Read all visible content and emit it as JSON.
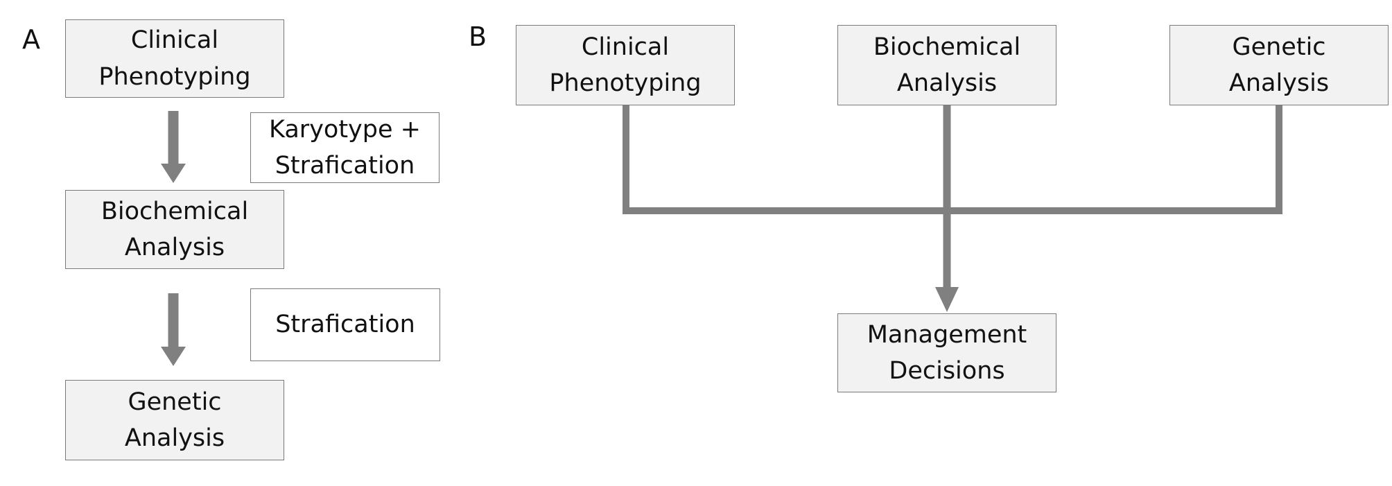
{
  "panel_a": {
    "label": "A",
    "boxes": {
      "clinical": "Clinical\nPhenotyping",
      "biochemical": "Biochemical\nAnalysis",
      "genetic": "Genetic\nAnalysis"
    },
    "notes": {
      "first": "Karyotype +\nStrafication",
      "second": "Strafication"
    }
  },
  "panel_b": {
    "label": "B",
    "boxes": {
      "clinical": "Clinical\nPhenotyping",
      "biochemical": "Biochemical\nAnalysis",
      "genetic": "Genetic\nAnalysis",
      "management": "Management\nDecisions"
    }
  },
  "colors": {
    "box_fill": "#f2f2f2",
    "box_border": "#7a7a7a",
    "connector": "#808080"
  }
}
